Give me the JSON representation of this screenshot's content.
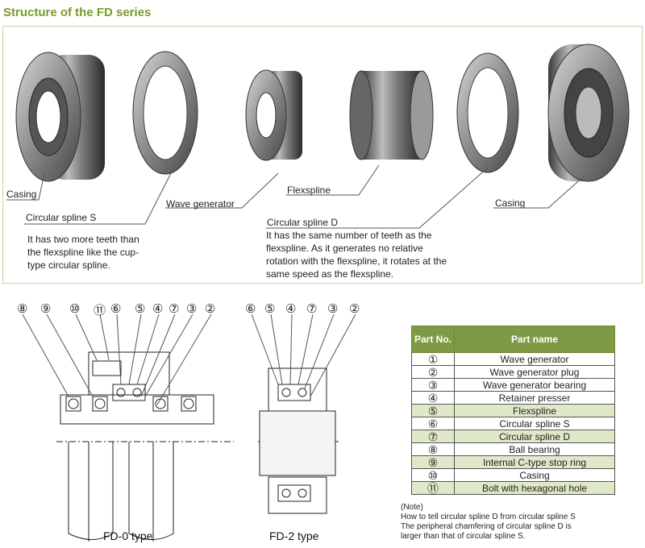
{
  "title": "Structure of the FD series",
  "exploded": {
    "labels": {
      "casing_left": "Casing",
      "circular_spline_s": "Circular spline S",
      "wave_generator": "Wave generator",
      "flexspline": "Flexspline",
      "circular_spline_d": "Circular spline D",
      "casing_right": "Casing"
    },
    "desc_s": [
      "It has two more teeth than",
      "the flexspline like the cup-",
      "type circular spline."
    ],
    "desc_d": [
      "It has the same number of teeth as the",
      "flexspline. As it generates no relative",
      "rotation with the flexspline, it rotates at the",
      "same speed as the flexspline."
    ]
  },
  "sections": {
    "fd0_callouts": [
      "⑧",
      "⑨",
      "⑩",
      "⑪",
      "⑥",
      "⑤",
      "④",
      "⑦",
      "③",
      "②"
    ],
    "fd2_callouts": [
      "⑥",
      "⑤",
      "④",
      "⑦",
      "③",
      "②"
    ],
    "fd0_caption": "FD-0 type",
    "fd2_caption": "FD-2 type"
  },
  "table": {
    "header_no": "Part No.",
    "header_name": "Part name",
    "rows": [
      {
        "no": "①",
        "name": "Wave generator"
      },
      {
        "no": "②",
        "name": "Wave generator plug"
      },
      {
        "no": "③",
        "name": "Wave generator bearing"
      },
      {
        "no": "④",
        "name": "Retainer presser"
      },
      {
        "no": "⑤",
        "name": "Flexspline"
      },
      {
        "no": "⑥",
        "name": "Circular spline S"
      },
      {
        "no": "⑦",
        "name": "Circular spline D"
      },
      {
        "no": "⑧",
        "name": "Ball bearing"
      },
      {
        "no": "⑨",
        "name": "Internal C-type stop ring"
      },
      {
        "no": "⑩",
        "name": "Casing"
      },
      {
        "no": "⑪",
        "name": "Bolt with hexagonal hole"
      }
    ],
    "highlight_color": "#dfe8c8",
    "header_color": "#7e9a45"
  },
  "note": [
    "(Note)",
    "How to tell circular spline D from circular spline S",
    "The peripheral chamfering of circular spline D is",
    "larger than that of circular spline S."
  ]
}
